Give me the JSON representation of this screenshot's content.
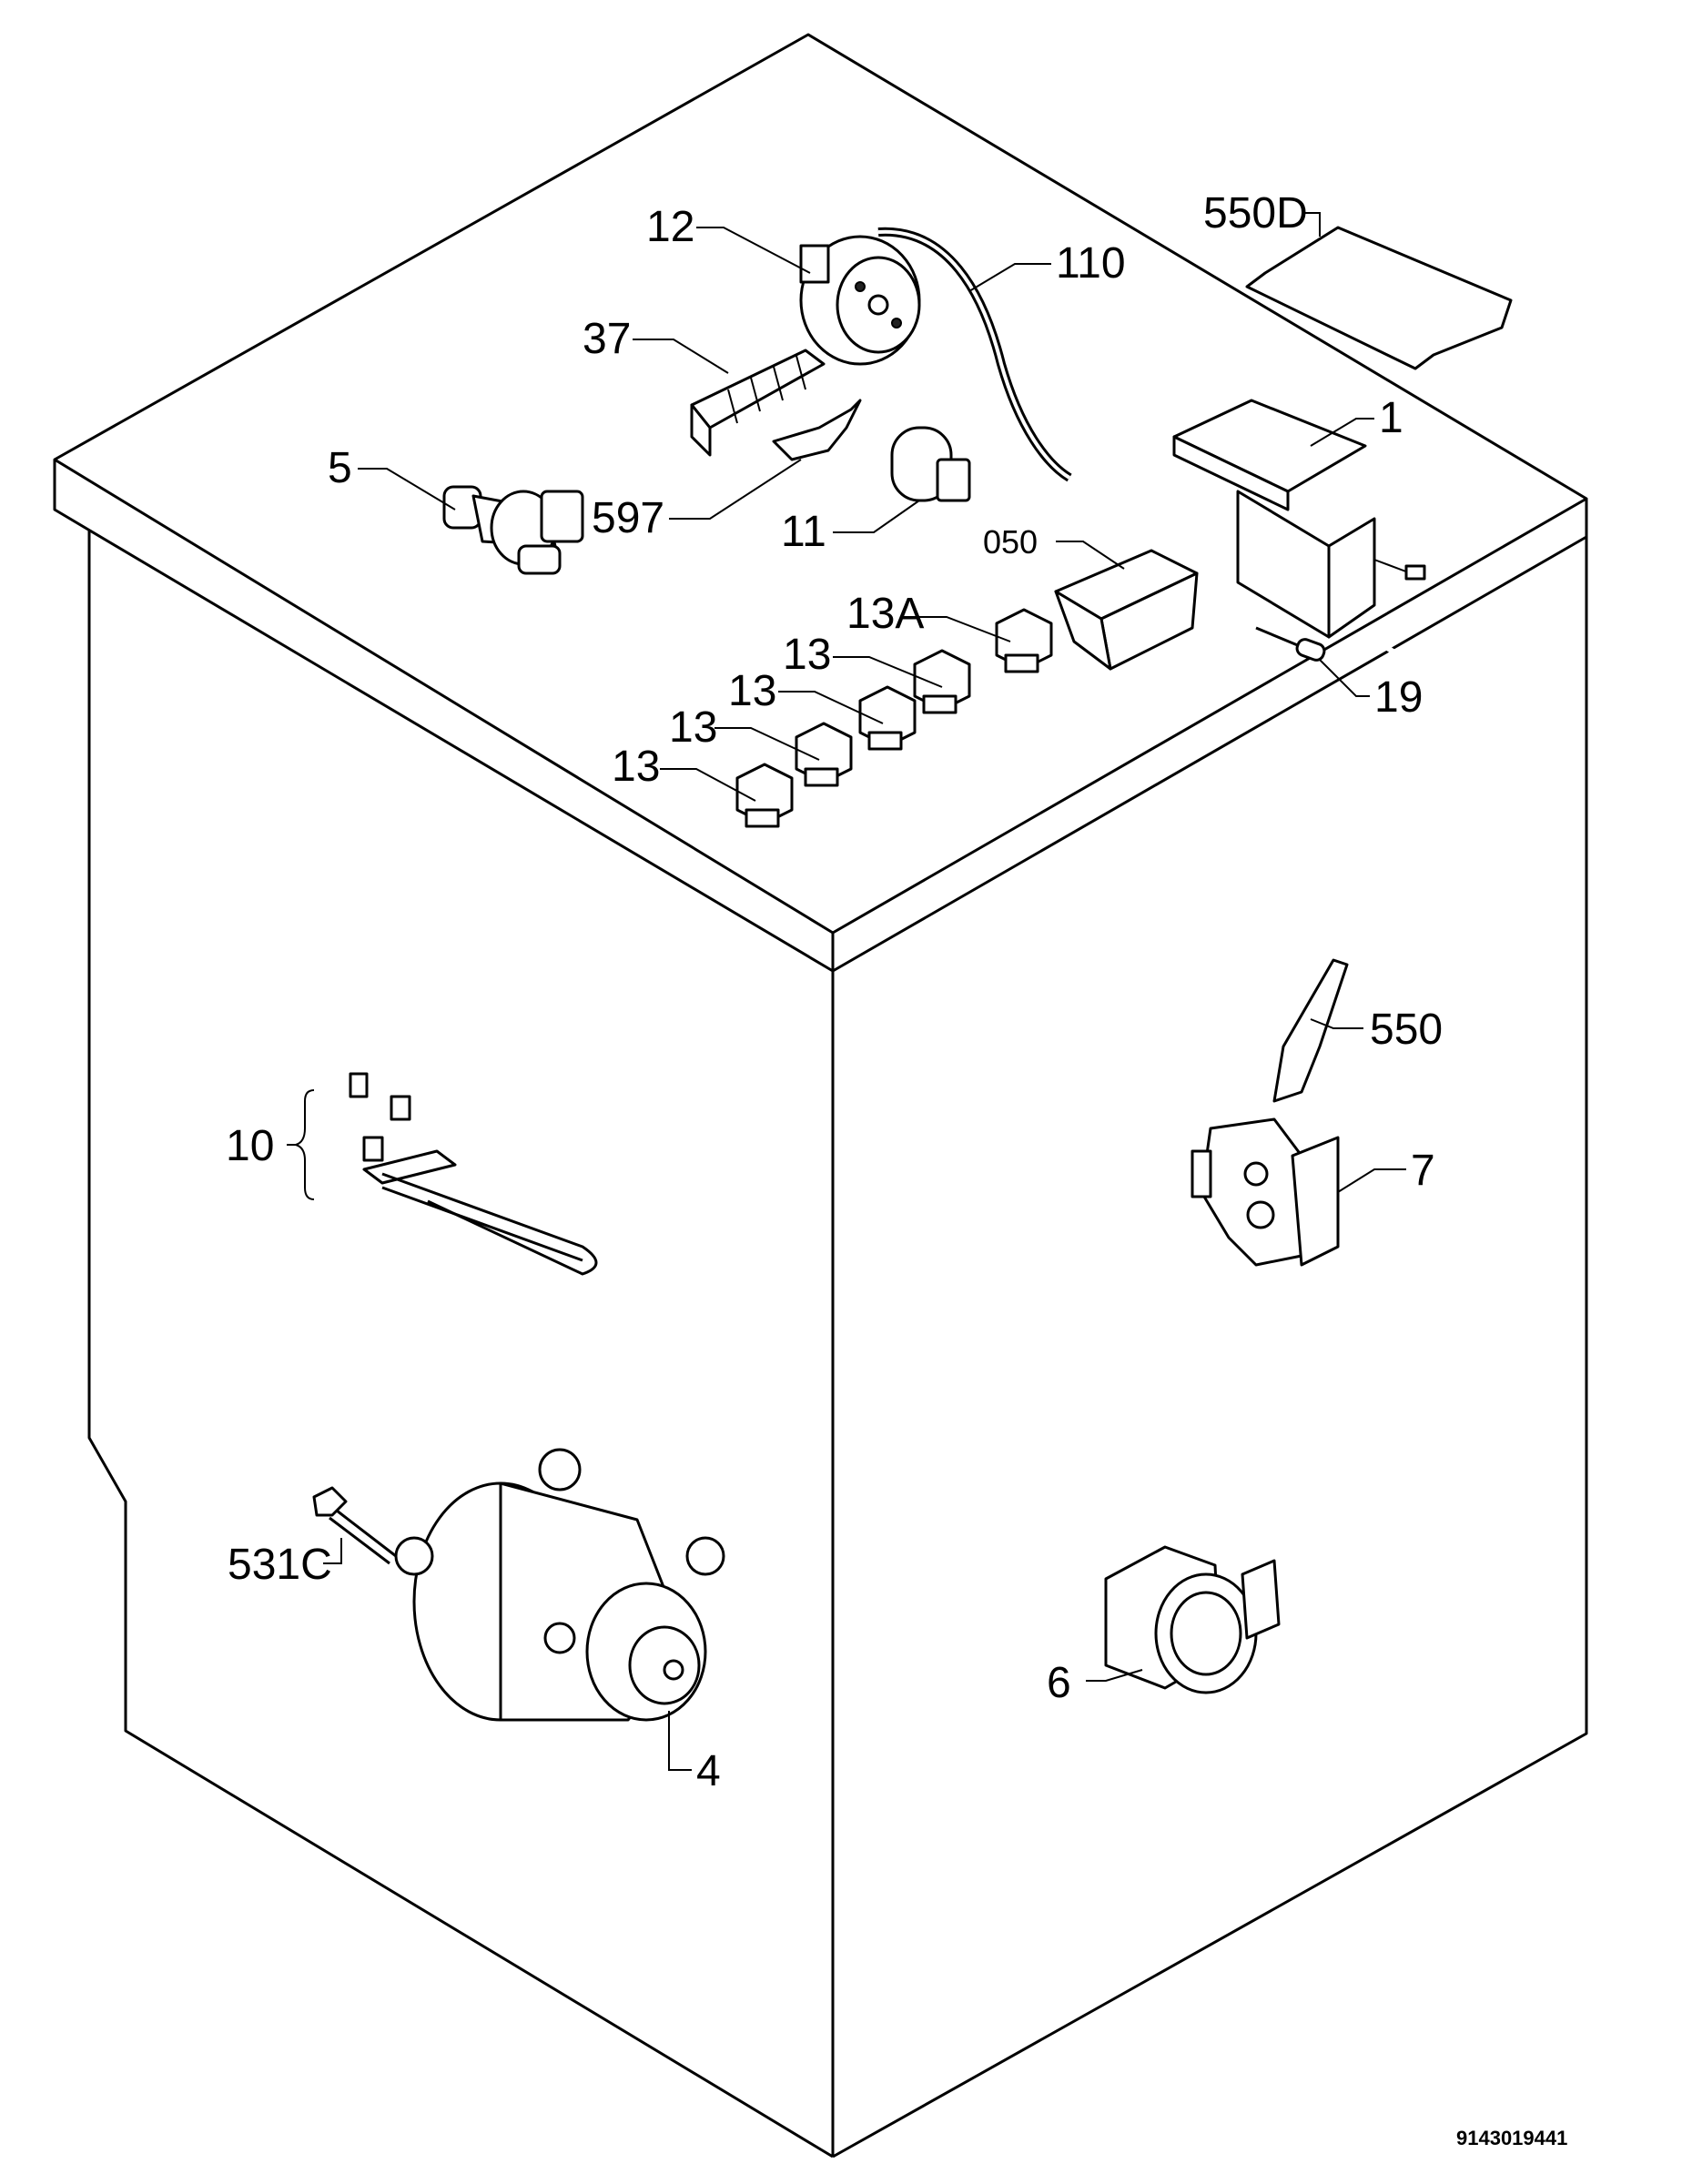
{
  "labels": {
    "p12": "12",
    "p110": "110",
    "p550d": "550D",
    "p37": "37",
    "p5": "5",
    "p597": "597",
    "p11": "11",
    "p1": "1",
    "p050": "050",
    "p13a": "13A",
    "p13_1": "13",
    "p13_2": "13",
    "p13_3": "13",
    "p13_4": "13",
    "p19": "19",
    "p550": "550",
    "p10": "10",
    "p7": "7",
    "p531c": "531C",
    "p4": "4",
    "p6": "6"
  },
  "document_number": "9143019441"
}
